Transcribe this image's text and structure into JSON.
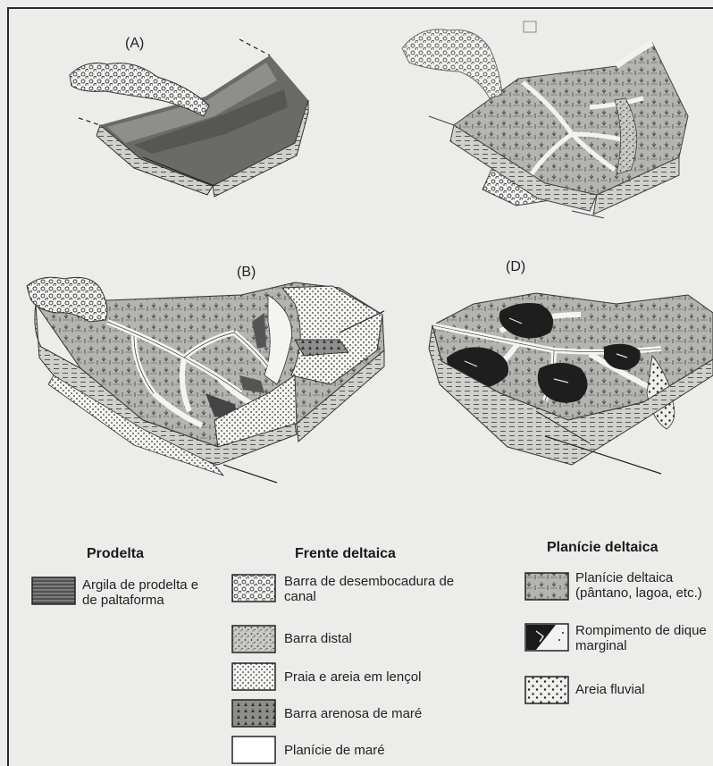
{
  "panels": {
    "a": "(A)",
    "b": "(B)",
    "d": "(D)"
  },
  "legend": {
    "prodelta": {
      "title": "Prodelta",
      "items": [
        {
          "text": "Argila de prodelta e de paltaforma",
          "icon": "horizontal-lines-dark-swatch"
        }
      ]
    },
    "frente": {
      "title": "Frente deltaica",
      "items": [
        {
          "text": "Barra de desembocadura de canal",
          "icon": "ring-pattern-swatch"
        },
        {
          "text": "Barra distal",
          "icon": "speckled-swatch"
        },
        {
          "text": "Praia e areia em lençol",
          "icon": "dot-pattern-swatch"
        },
        {
          "text": "Barra arenosa de maré",
          "icon": "triangle-pattern-swatch"
        },
        {
          "text": "Planície de maré",
          "icon": "blank-swatch"
        }
      ]
    },
    "planicie": {
      "title": "Planície deltaica",
      "items": [
        {
          "text": "Planície deltaica (pântano, lagoa, etc.)",
          "icon": "marsh-pattern-swatch"
        },
        {
          "text": "Rompimento de dique marginal",
          "icon": "crevasse-black-swatch"
        },
        {
          "text": "Areia fluvial",
          "icon": "coarse-dot-swatch"
        }
      ]
    }
  }
}
